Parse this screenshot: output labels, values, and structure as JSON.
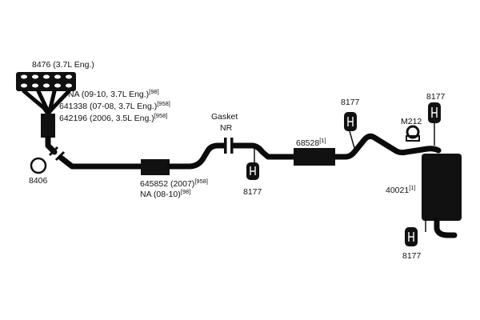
{
  "diagram": {
    "type": "exhaust-system-parts-diagram",
    "parts": {
      "manifold": "8476 (3.7L Eng.)",
      "converter_lines": [
        {
          "text": "NA (09-10, 3.7L Eng.)",
          "note": "[98]"
        },
        {
          "text": "641338 (07-08, 3.7L Eng.)",
          "note": "[958]"
        },
        {
          "text": "642196 (2006, 3.5L Eng.)",
          "note": "[958]"
        }
      ],
      "ring": "8406",
      "resonator_lines": [
        {
          "text": "645852 (2007)",
          "note": "[958]"
        },
        {
          "text": "NA (08-10)",
          "note": "[98]"
        }
      ],
      "gasket_title": "Gasket",
      "gasket_value": "NR",
      "hanger_1": "8177",
      "mid_resonator": {
        "text": "68528",
        "note": "[1]"
      },
      "hanger_2": "8177",
      "clamp": "M212",
      "hanger_3": "8177",
      "muffler": {
        "text": "40021",
        "note": "[1]"
      },
      "hanger_4": "8177"
    },
    "colors": {
      "ink": "#111111",
      "background": "#ffffff"
    }
  }
}
